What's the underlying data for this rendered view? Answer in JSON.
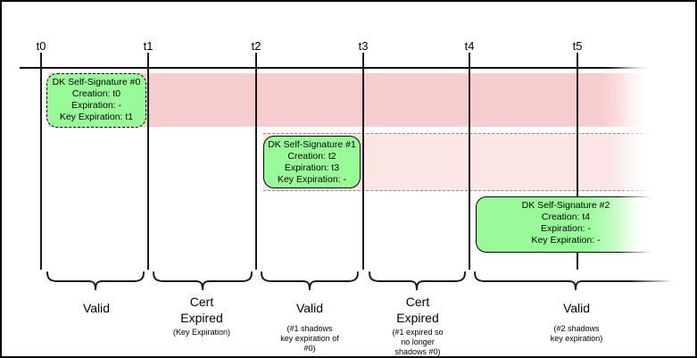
{
  "diagram": {
    "timeline": {
      "ticks": [
        "t0",
        "t1",
        "t2",
        "t3",
        "t4",
        "t5"
      ]
    },
    "signatures": [
      {
        "title": "DK Self-Signature #0",
        "creation": "Creation: t0",
        "expiration": "Expiration: -",
        "key_expiration": "Key Expiration: t1"
      },
      {
        "title": "DK Self-Signature #1",
        "creation": "Creation: t2",
        "expiration": "Expiration: t3",
        "key_expiration": "Key Expiration: -"
      },
      {
        "title": "DK Self-Signature #2",
        "creation": "Creation: t4",
        "expiration": "Expiration: -",
        "key_expiration": "Key Expiration: -"
      }
    ],
    "sections": [
      {
        "label": "Valid",
        "sublabel": ""
      },
      {
        "label": "Cert\nExpired",
        "sublabel": "(Key Expiration)"
      },
      {
        "label": "Valid",
        "sublabel": "(#1 shadows\nkey expiration of\n#0)"
      },
      {
        "label": "Cert\nExpired",
        "sublabel": "(#1 expired so\nno longer\nshadows #0)"
      },
      {
        "label": "Valid",
        "sublabel": "(#2 shadows\nkey expiration)"
      }
    ],
    "colors": {
      "band_cert0": "#f6cdcd",
      "band_cert1": "#fbe5e5",
      "signature_box": "#98fb98",
      "line": "#1a1a1a"
    }
  }
}
